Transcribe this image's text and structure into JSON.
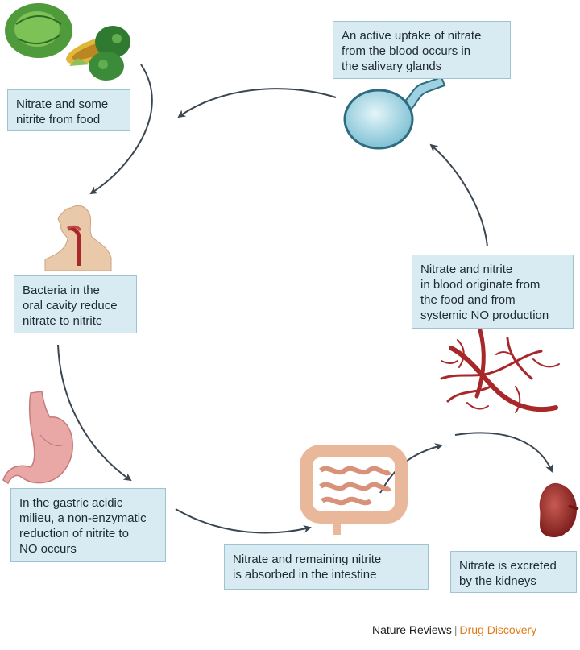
{
  "boxes": {
    "food": "Nitrate and some\nnitrite from food",
    "saliva": "An active uptake of nitrate\nfrom the blood occurs in\nthe salivary glands",
    "oral": "Bacteria in the\noral cavity reduce\nnitrate to nitrite",
    "blood": "Nitrate and nitrite\nin blood originate from\nthe food and from\nsystemic NO production",
    "gastric": "In the gastric acidic\nmilieu, a non-enzymatic\nreduction of nitrite to\nNO occurs",
    "intestine": "Nitrate and remaining nitrite\nis absorbed in the intestine",
    "kidney": "Nitrate is excreted\nby the kidneys"
  },
  "footer": {
    "publisher": "Nature Reviews",
    "separator": "|",
    "journal": "Drug Discovery"
  },
  "colors": {
    "box_fill": "#d9ebf2",
    "box_border": "#9fc3d2",
    "arrow": "#3a4650",
    "journal": "#e07b1a",
    "tissue_red": "#a8282a"
  },
  "icons": [
    "vegetables-icon",
    "salivary-gland-icon",
    "head-throat-icon",
    "stomach-icon",
    "intestine-icon",
    "blood-vessels-icon",
    "kidney-icon"
  ]
}
